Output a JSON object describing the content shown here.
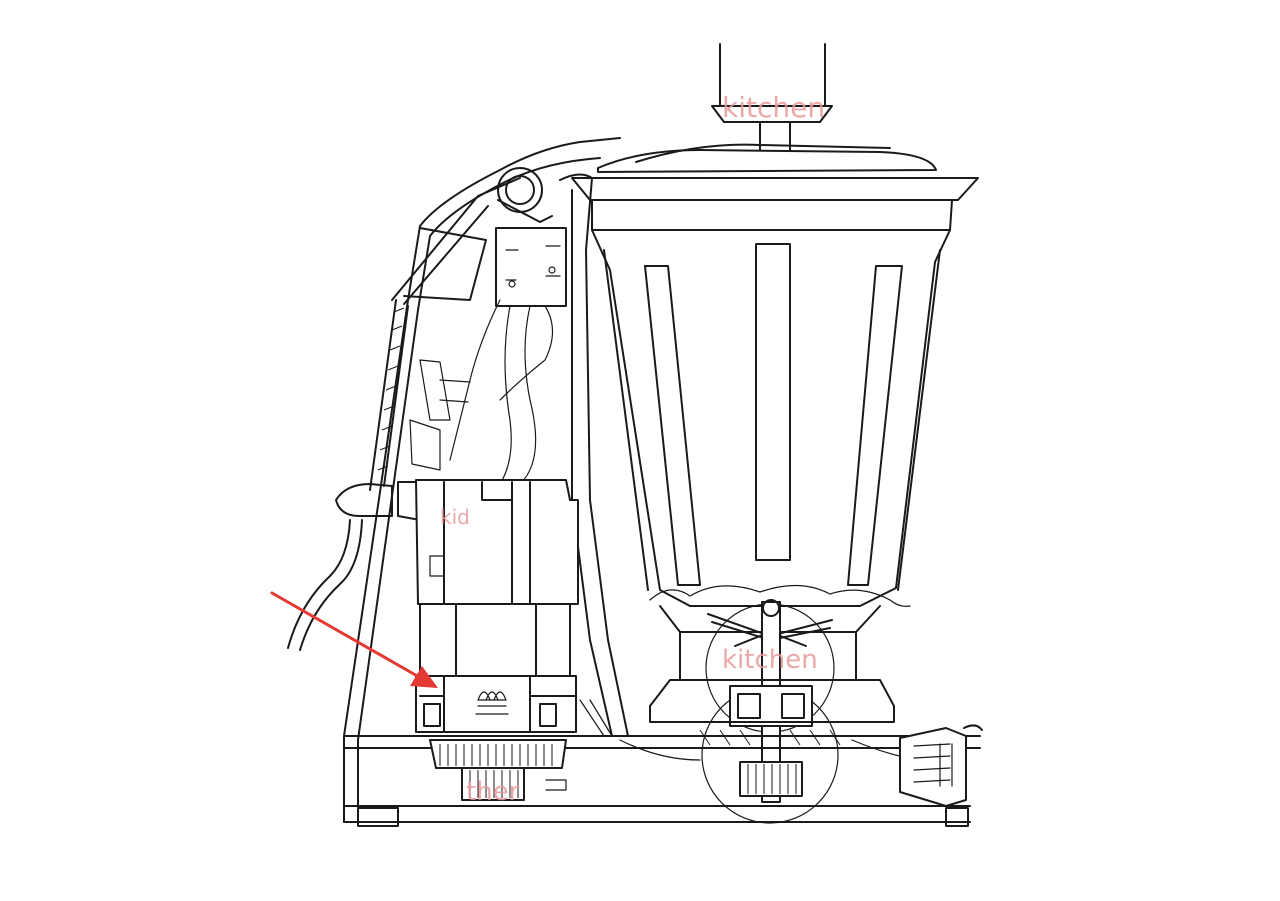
{
  "watermark": {
    "text_top": "kitchen",
    "text_middle": "kitchen",
    "text_bottom": "ther",
    "text_motor": "kid",
    "color": "#e89a9a"
  },
  "arrow": {
    "color": "#e53935",
    "target": "motor base"
  },
  "colors": {
    "line": "#1a1a1a",
    "background": "#ffffff"
  }
}
